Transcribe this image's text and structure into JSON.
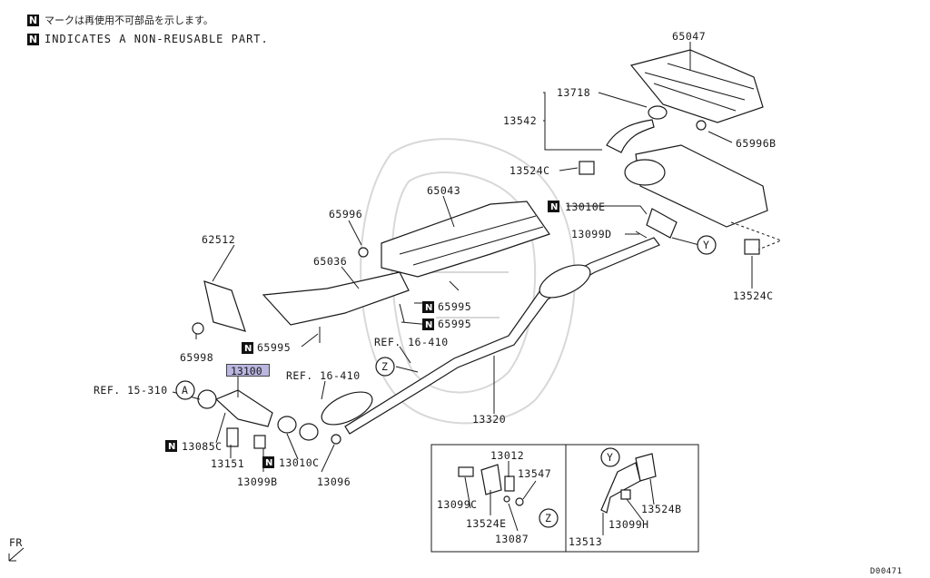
{
  "notes": {
    "jp": "マークは再使用不可部品を示します。",
    "en": "INDICATES A NON-REUSABLE PART.",
    "n_marker": "N"
  },
  "highlight_part": "13100",
  "labels": {
    "p65047": "65047",
    "p13718": "13718",
    "p13542": "13542",
    "p65996B": "65996B",
    "p13524C_a": "13524C",
    "p13010E": "13010E",
    "p13099D": "13099D",
    "pY": "Y",
    "p13524C_b": "13524C",
    "p65043": "65043",
    "p65996": "65996",
    "p62512": "62512",
    "p65036": "65036",
    "p65995_a": "65995",
    "p65995_b": "65995",
    "p65998": "65998",
    "ref16_410_a": "REF. 16-410",
    "ref16_410_b": "REF. 16-410",
    "ref15_310": "REF. 15-310",
    "pA": "A",
    "pZ": "Z",
    "p13320": "13320",
    "p13085C": "13085C",
    "p13151": "13151",
    "p13099B": "13099B",
    "p13010C": "13010C",
    "p13096": "13096",
    "p13012": "13012",
    "p13547": "13547",
    "p13099C": "13099C",
    "p13524E": "13524E",
    "p13087": "13087",
    "pZ2": "Z",
    "pY2": "Y",
    "p13524B": "13524B",
    "p13099H": "13099H",
    "p13513": "13513",
    "fr": "FR",
    "diagram_id": "D00471"
  }
}
